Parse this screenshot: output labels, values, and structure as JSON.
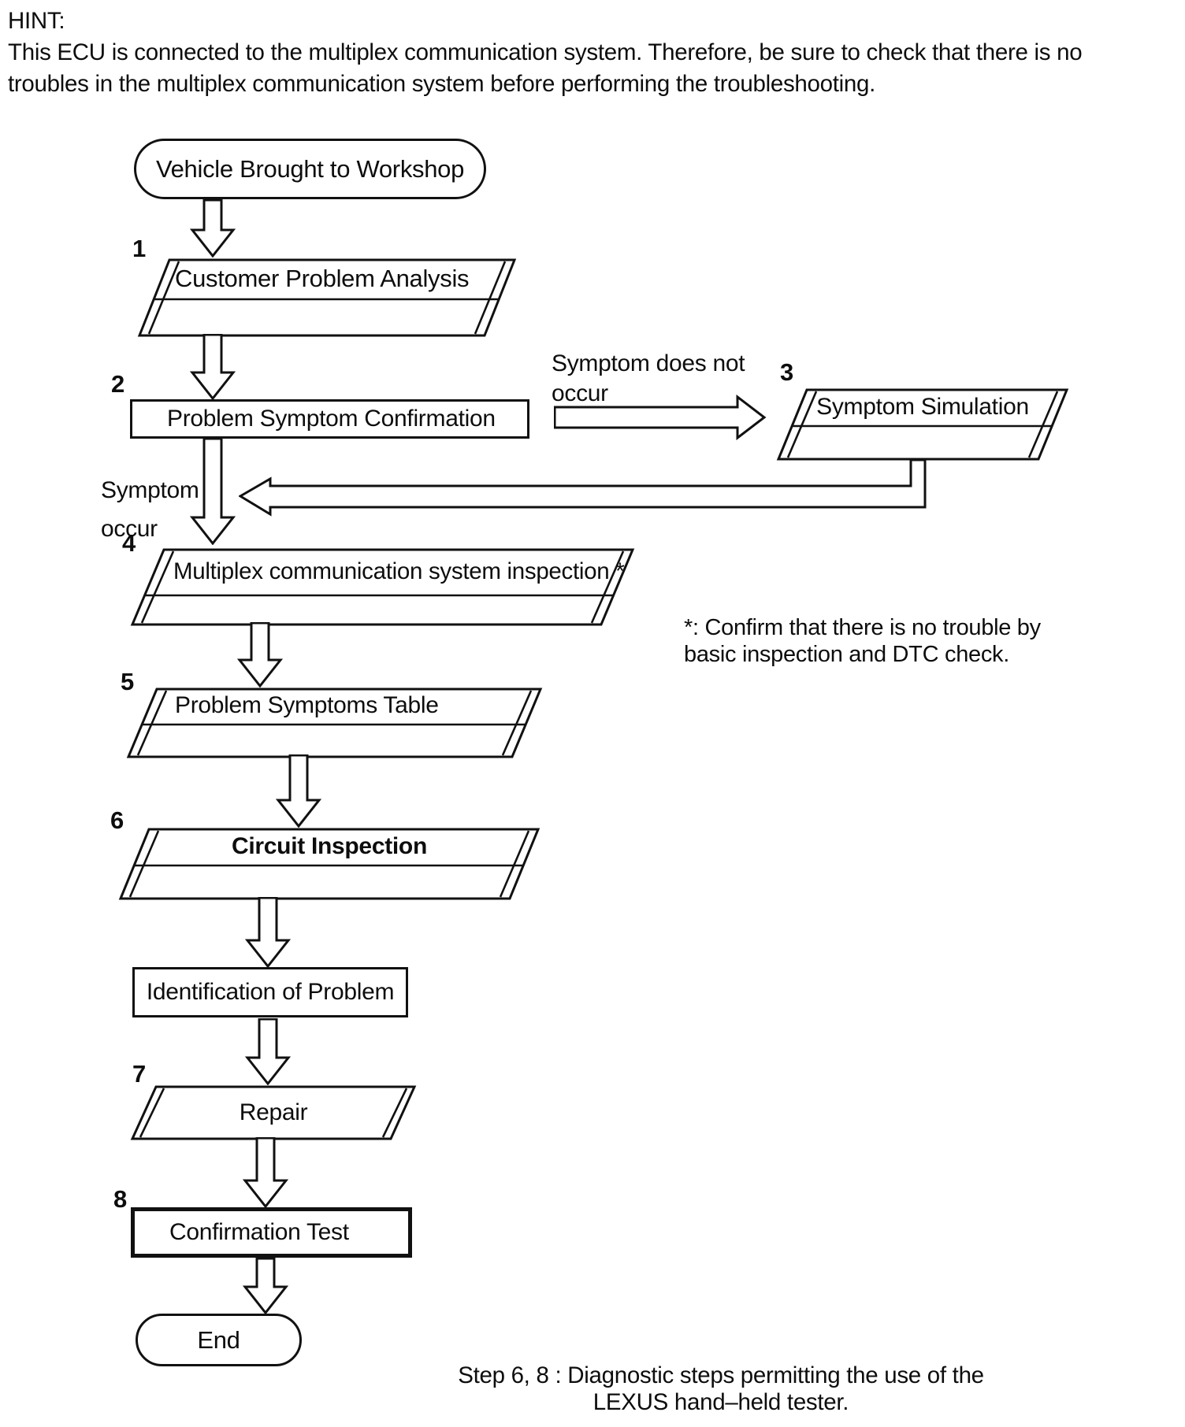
{
  "hint": {
    "label": "HINT:",
    "lines": [
      "This ECU is connected to the multiplex communication system. Therefore, be sure to check that there is no",
      "troubles in the multiplex communication system before performing the troubleshooting."
    ]
  },
  "nodes": {
    "start": "Vehicle Brought to Workshop",
    "step1": "Customer Problem Analysis",
    "step2": "Problem Symptom Confirmation",
    "step3": "Symptom Simulation",
    "step4": "Multiplex communication system inspection *",
    "step5": "Problem Symptoms Table",
    "step6": "Circuit Inspection",
    "identification": "Identification of Problem",
    "step7": "Repair",
    "step8": "Confirmation Test",
    "end": "End"
  },
  "step_numbers": {
    "step1": "1",
    "step2": "2",
    "step3": "3",
    "step4": "4",
    "step5": "5",
    "step6": "6",
    "step7": "7",
    "step8": "8"
  },
  "edge_labels": {
    "symptom_does_not_occur": [
      "Symptom does not",
      "occur"
    ],
    "symptom_occur": [
      "Symptom",
      "occur"
    ]
  },
  "note": [
    "*: Confirm that there is no trouble by",
    "basic inspection and DTC check."
  ],
  "caption": [
    "Step 6, 8 : Diagnostic steps permitting the use of the",
    "LEXUS hand–held tester."
  ],
  "colors": {
    "ink": "#111111",
    "paper": "#ffffff"
  }
}
